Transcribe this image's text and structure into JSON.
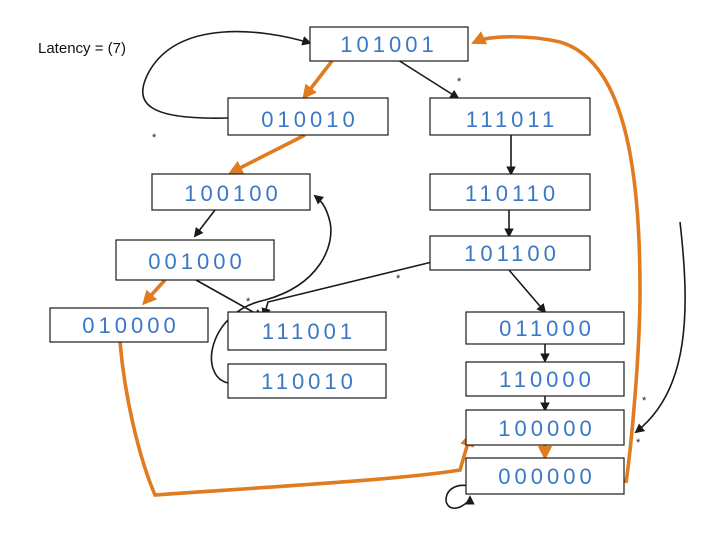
{
  "title": "Latency = (7)",
  "colors": {
    "state_text": "#3b78c4",
    "black_edge": "#1a1a1a",
    "orange_edge": "#e07b20"
  },
  "star_label": "*",
  "states": {
    "s101001": "101001",
    "s010010": "010010",
    "s111011": "111011",
    "s100100": "100100",
    "s110110": "110110",
    "s001000": "001000",
    "s101100": "101100",
    "s010000": "010000",
    "s111001": "111001",
    "s011000": "011000",
    "s110010": "110010",
    "s110000": "110000",
    "s100000": "100000",
    "s000000": "000000"
  }
}
